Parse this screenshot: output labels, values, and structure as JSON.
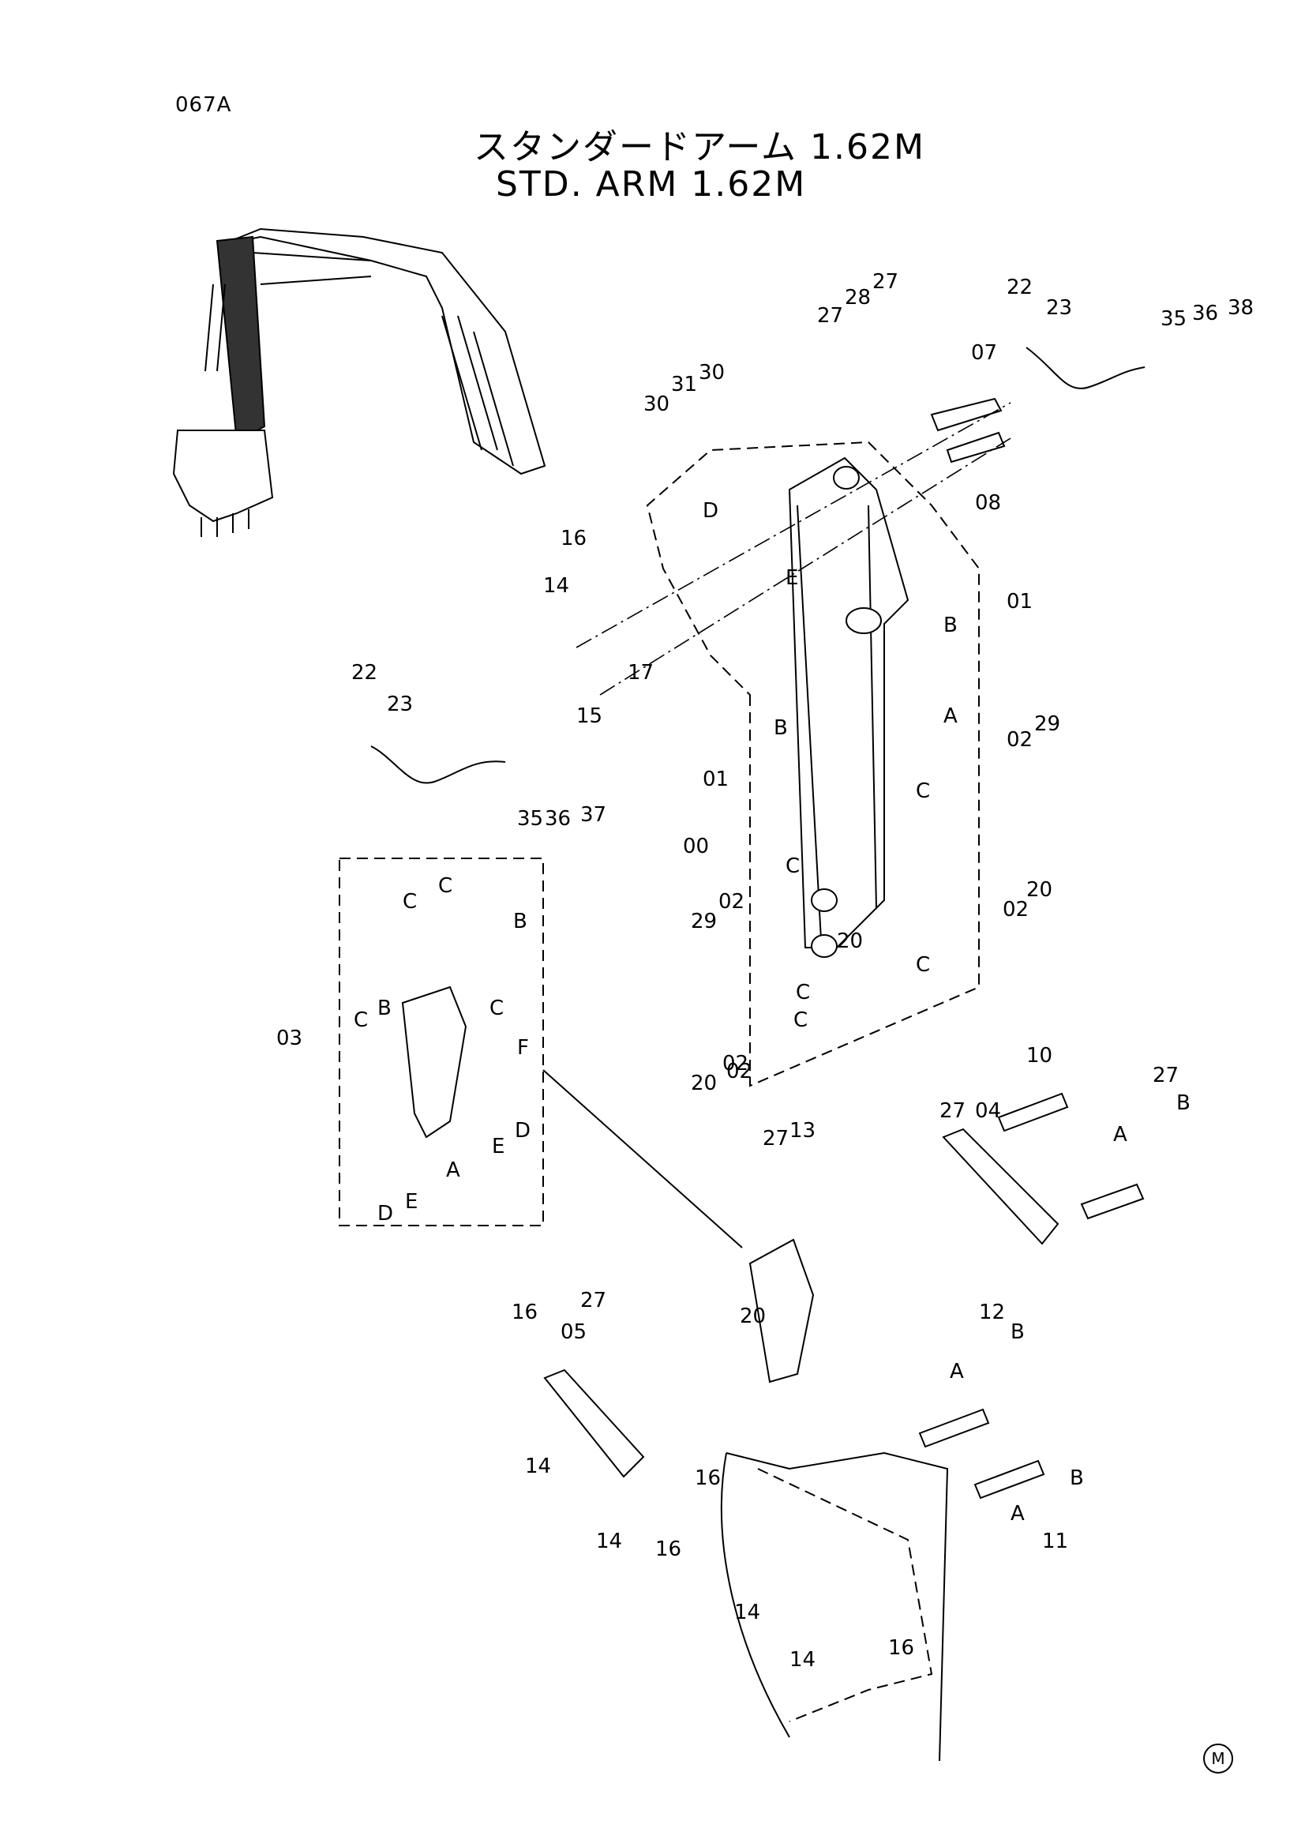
{
  "page_code": "067A",
  "title_jp": "スタンダードアーム 1.62M",
  "title_en": "STD. ARM 1.62M",
  "corner_mark": "M",
  "labels": [
    "27",
    "28",
    "27",
    "22",
    "23",
    "35",
    "36",
    "38",
    "30",
    "31",
    "30",
    "07",
    "08",
    "D",
    "16",
    "E",
    "01",
    "14",
    "B",
    "15",
    "17",
    "B",
    "A",
    "01",
    "22",
    "23",
    "35",
    "36",
    "37",
    "02",
    "29",
    "00",
    "C",
    "C",
    "20",
    "29",
    "02",
    "02",
    "C",
    "02",
    "C",
    "20",
    "02",
    "C",
    "C",
    "C",
    "B",
    "C",
    "C",
    "B",
    "03",
    "F",
    "E",
    "D",
    "A",
    "E",
    "D",
    "10",
    "27",
    "27",
    "13",
    "27",
    "04",
    "B",
    "A",
    "20",
    "27",
    "16",
    "05",
    "20",
    "12",
    "B",
    "A",
    "14",
    "16",
    "B",
    "14",
    "16",
    "A",
    "11",
    "14",
    "14",
    "16"
  ]
}
